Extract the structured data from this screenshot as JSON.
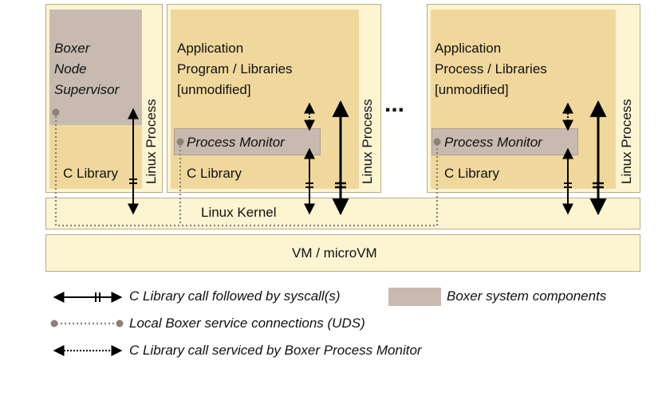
{
  "supervisor": {
    "title_lines": [
      "Boxer",
      "Node",
      "Supervisor"
    ],
    "c_library": "C Library",
    "process_label": "Linux Process"
  },
  "app1": {
    "title_lines": [
      "Application",
      "Program / Libraries",
      "[unmodified]"
    ],
    "process_monitor": "Process Monitor",
    "c_library": "C Library",
    "process_label": "Linux Process"
  },
  "ellipsis": "...",
  "app2": {
    "title_lines": [
      "Application",
      "Process / Libraries",
      "[unmodified]"
    ],
    "process_monitor": "Process Monitor",
    "c_library": "C Library",
    "process_label": "Linux Process"
  },
  "kernel": "Linux Kernel",
  "vm": "VM / microVM",
  "legend": {
    "syscall": "C Library call followed by syscall(s)",
    "system_components": "Boxer system components",
    "uds": "Local Boxer service connections (UDS)",
    "monitor_call": "C Library call serviced by Boxer Process Monitor"
  },
  "colors": {
    "outer_fill": "#fdf4d2",
    "inner_fill": "#f0d89d",
    "boxer_gray": "#c8bab0",
    "dotted_gray": "#8a8178"
  }
}
